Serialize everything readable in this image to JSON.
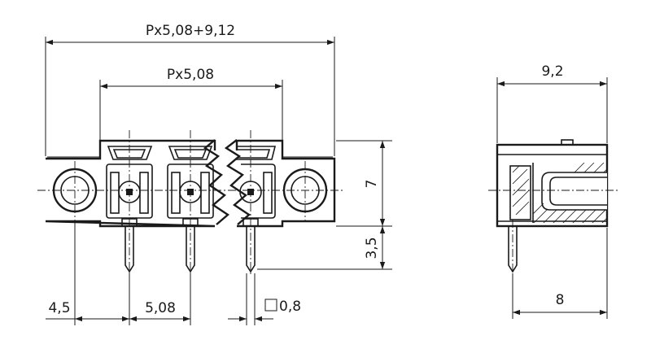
{
  "dimensions": {
    "overall_width": "Px5,08+9,12",
    "pitch_span": "Px5,08",
    "side_width": "9,2",
    "height": "7",
    "pin_length": "3,5",
    "edge_offset": "4,5",
    "pitch": "5,08",
    "pin_size": "0,8",
    "side_depth": "8"
  },
  "symbols": {
    "square_symbol": "square-outline"
  }
}
